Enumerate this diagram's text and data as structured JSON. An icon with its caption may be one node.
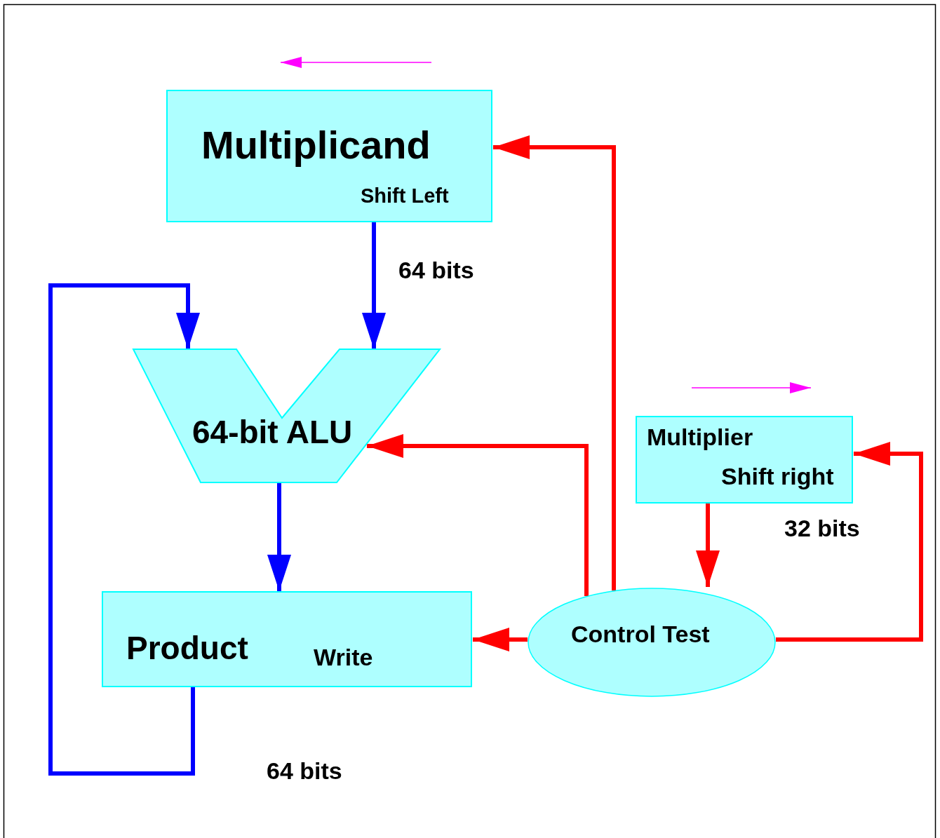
{
  "diagram": {
    "nodes": [
      {
        "text": [
          "Multiplicand",
          "Shift Left"
        ]
      },
      {
        "text": [
          "64-bit ALU"
        ]
      },
      {
        "text": [
          "Product",
          "Write"
        ]
      },
      {
        "text": [
          "Multiplier",
          "Shift right"
        ]
      },
      {
        "text": [
          "Control Test"
        ]
      }
    ],
    "edges": [
      {
        "from": 0,
        "to": 1,
        "arrow": "to",
        "label": "64 bits",
        "color": "#0000ff"
      },
      {
        "from": 1,
        "to": 2,
        "arrow": "to",
        "color": "#0000ff"
      },
      {
        "from": 2,
        "to": 1,
        "arrow": "to",
        "label": "64 bits",
        "color": "#0000ff"
      },
      {
        "from": 4,
        "to": 0,
        "arrow": "to"
      },
      {
        "from": 4,
        "to": 1,
        "arrow": "to"
      },
      {
        "from": 4,
        "to": 2,
        "arrow": "to"
      },
      {
        "from": 3,
        "to": 4,
        "arrow": "to",
        "label": "32 bits"
      },
      {
        "from": 4,
        "to": 3,
        "arrow": "to"
      }
    ]
  }
}
